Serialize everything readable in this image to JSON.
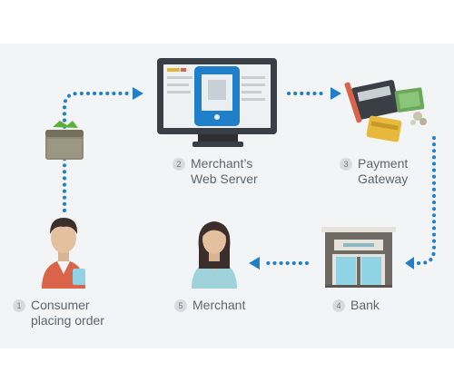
{
  "steps": [
    {
      "number": "1",
      "lines": [
        "Consumer",
        "placing order"
      ]
    },
    {
      "number": "2",
      "lines": [
        "Merchant’s",
        "Web Server"
      ]
    },
    {
      "number": "3",
      "lines": [
        "Payment",
        "Gateway"
      ]
    },
    {
      "number": "4",
      "lines": [
        "Bank"
      ]
    },
    {
      "number": "5",
      "lines": [
        "Merchant"
      ]
    }
  ],
  "colors": {
    "background_band": "#f3f4f5",
    "arrow": "#1f7fc9",
    "label_text": "#5c6670",
    "number_badge": "#d9dcdf",
    "monitor_frame": "#3a3f45",
    "tablet": "#1f7fc9",
    "consumer_shirt": "#d9644a",
    "merchant_shirt": "#9fd3dc",
    "bank_wall": "#6f6a63",
    "bank_glass": "#8fd3e4"
  },
  "icons": [
    "wallet-icon",
    "monitor-icon",
    "payment-gateway-icon",
    "bank-icon",
    "consumer-icon",
    "merchant-icon"
  ]
}
